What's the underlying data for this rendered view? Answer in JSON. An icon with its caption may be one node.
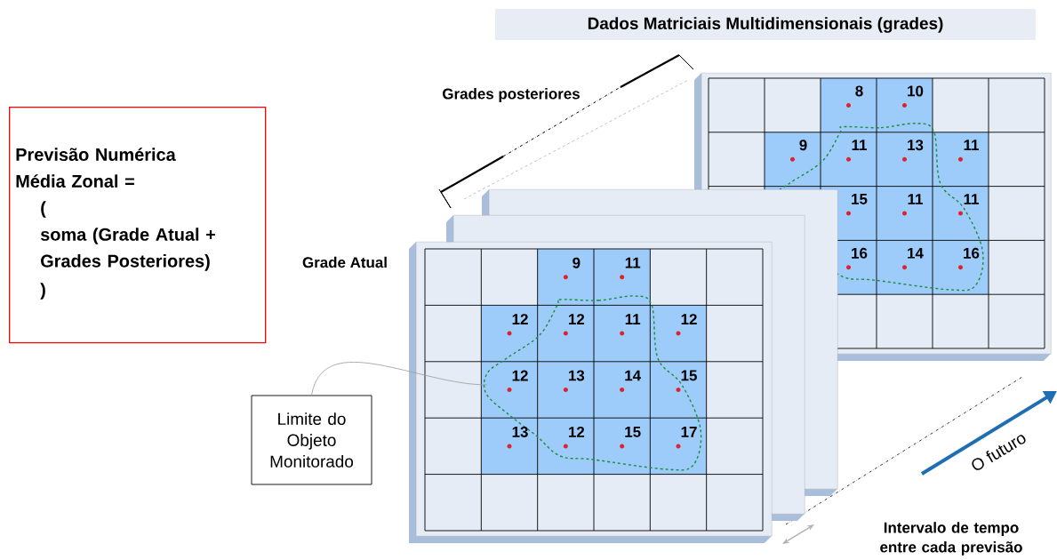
{
  "diagram": {
    "title": "Dados Matriciais Multidimensionais (grades)",
    "nodes": [
      {
        "text": [
          "Previsão Numérica",
          "Média Zonal =",
          "(",
          "soma (Grade Atual + Grades Posteriores)",
          ")"
        ]
      },
      {
        "text": [
          "Limite do Objeto Monitorado"
        ]
      },
      {
        "text": [
          "9",
          "11",
          "12",
          "12",
          "11",
          "12",
          "12",
          "13",
          "14",
          "15",
          "13",
          "12",
          "15",
          "17"
        ],
        "beside": [
          "Grade Atual"
        ]
      },
      {
        "text": [],
        "shape": "box"
      },
      {
        "text": [],
        "shape": "box"
      },
      {
        "text": [
          "8",
          "10",
          "9",
          "11",
          "13",
          "11",
          "15",
          "11",
          "11",
          "16",
          "14",
          "16"
        ]
      }
    ],
    "edges": [
      {
        "from": 1,
        "to": 2,
        "arrow": "none"
      }
    ],
    "labels": [
      "Grades posteriores",
      "O futuro",
      "Intervalo de tempo entre cada previsão"
    ]
  }
}
